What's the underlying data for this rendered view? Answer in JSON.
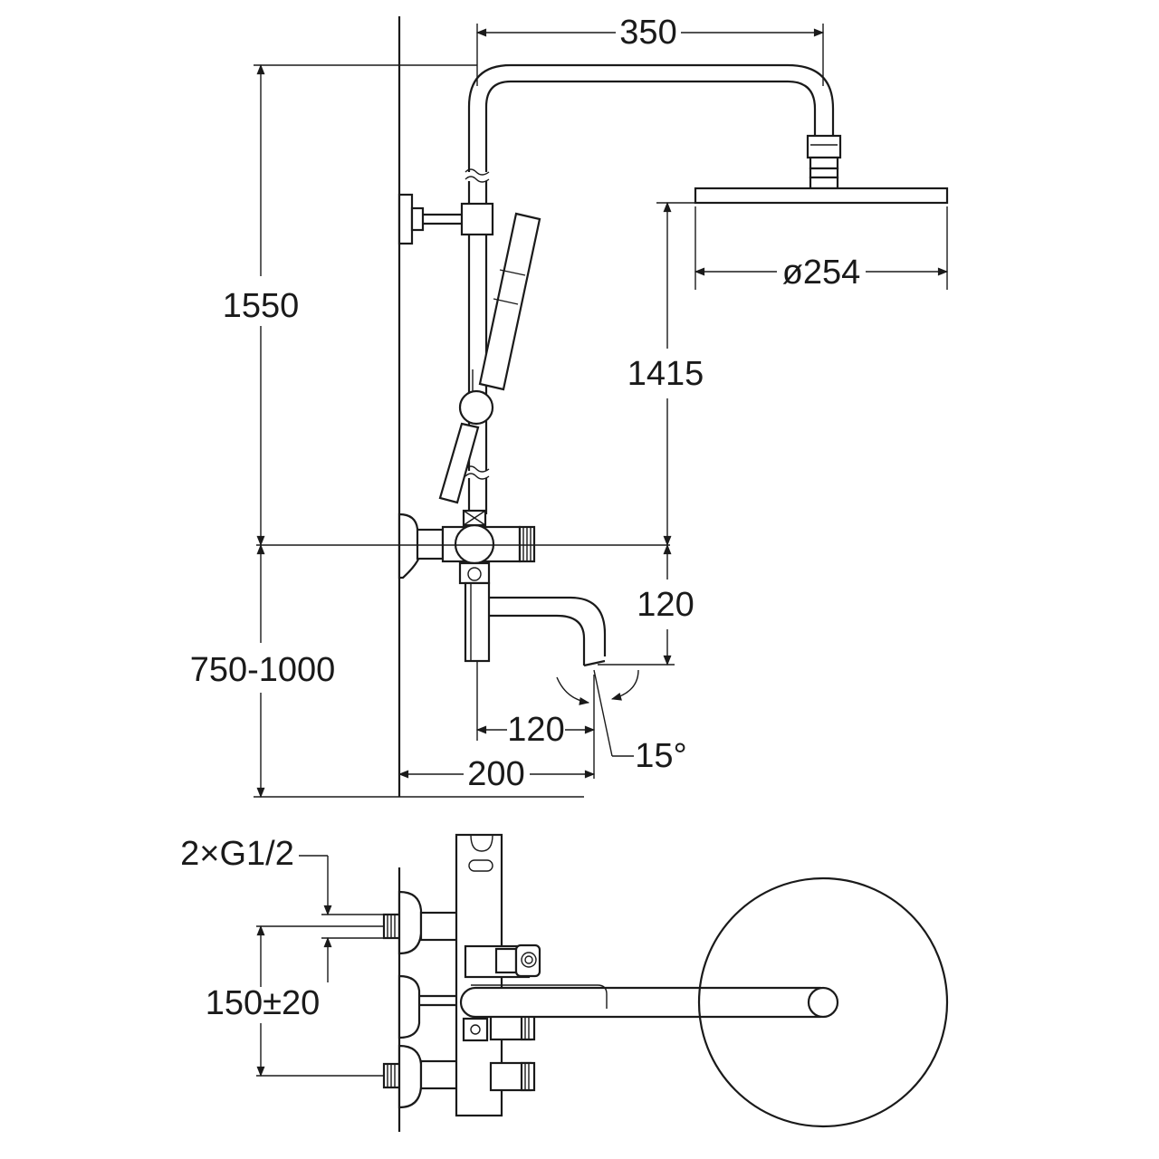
{
  "dimensions": {
    "head_arm_reach": "350",
    "head_diameter": "ø254",
    "total_height": "1550",
    "head_height_above_mixer": "1415",
    "mixer_height": "750-1000",
    "spout_drop": "120",
    "spout_reach_from_riser": "120",
    "spout_reach_from_wall": "200",
    "spout_swivel_angle": "15°",
    "inlet_thread": "2×G1/2",
    "inlet_spacing": "150±20"
  },
  "colors": {
    "stroke": "#1a1a1a",
    "background": "#ffffff"
  }
}
